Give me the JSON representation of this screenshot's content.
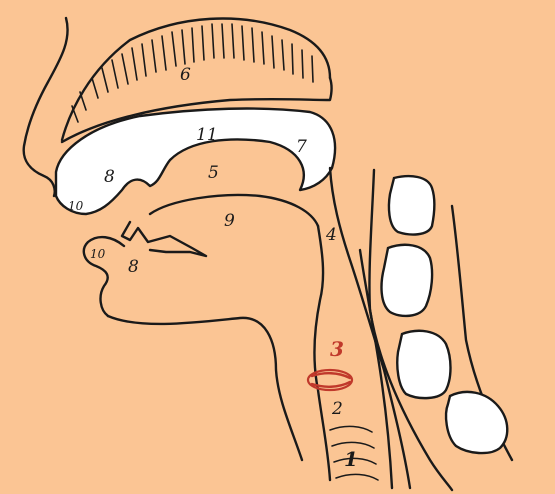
{
  "colors": {
    "background": "#fbc594",
    "ink": "#1a1a1a",
    "tongue_fill": "#ffffff",
    "vertebra_fill": "#ffffff",
    "larynx_red": "#c0392b"
  },
  "labels": {
    "l1": "1",
    "l2": "2",
    "l3": "3",
    "l4": "4",
    "l5": "5",
    "l6": "6",
    "l7": "7",
    "l8_upper": "8",
    "l8_lower": "8",
    "l9": "9",
    "l10_upper": "10",
    "l10_lower": "10",
    "l11": "11"
  }
}
